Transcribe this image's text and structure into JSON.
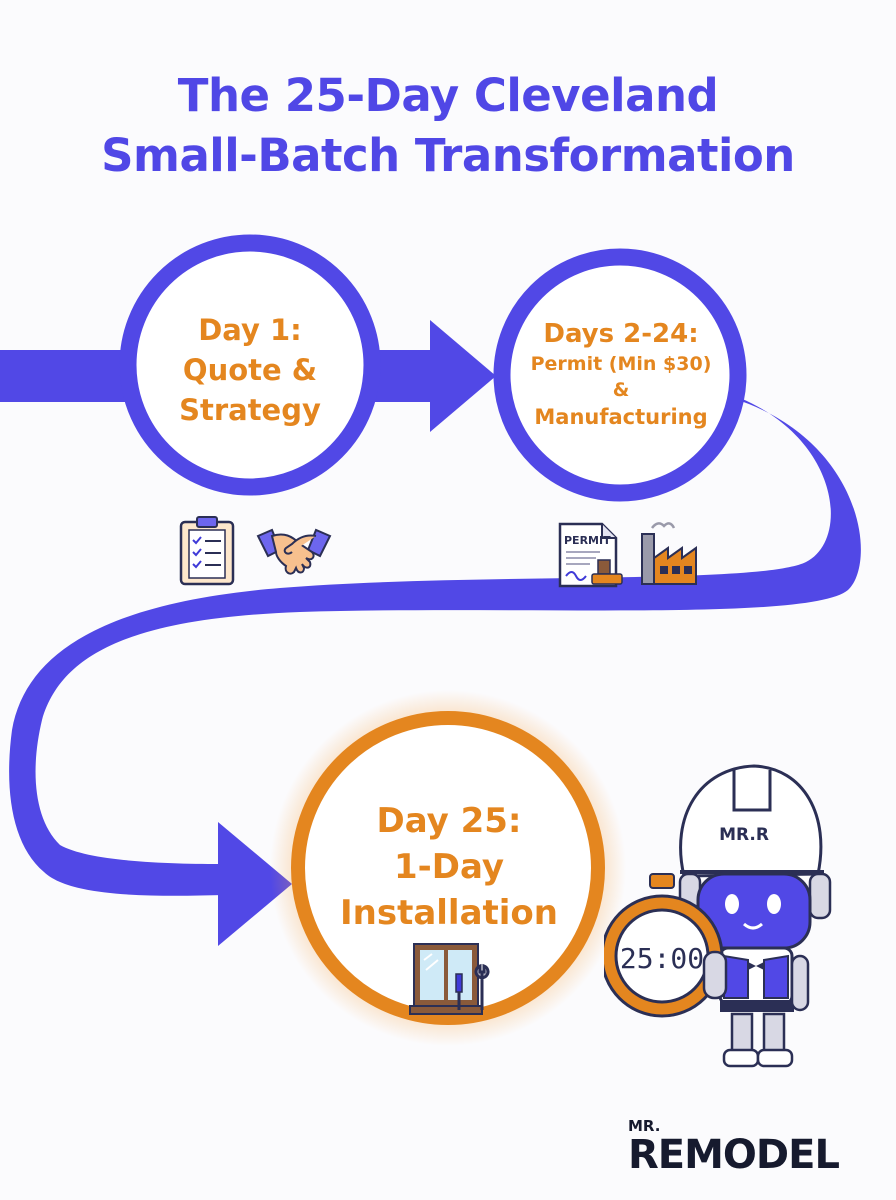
{
  "title": {
    "line1": "The 25-Day Cleveland",
    "line2": "Small-Batch Transformation"
  },
  "stages": [
    {
      "line1": "Day 1:",
      "line2": "Quote &",
      "line3": "Strategy",
      "icons": [
        "clipboard-checklist-icon",
        "handshake-icon"
      ]
    },
    {
      "line1": "Days 2-24:",
      "line2": "Permit (Min $30)",
      "line3": "&",
      "line4": "Manufacturing",
      "icons": [
        "permit-document-icon",
        "factory-icon"
      ]
    },
    {
      "line1": "Day 25:",
      "line2": "1-Day",
      "line3": "Installation",
      "icons": [
        "window-tools-icon"
      ],
      "highlight": true
    }
  ],
  "mascot": {
    "helmet_text": "MR.R",
    "timer_text": "25:00"
  },
  "logo": {
    "top": "MR.",
    "main": "REMODEL"
  },
  "colors": {
    "flow": "#5148e6",
    "accent": "#e4861f",
    "text_dark": "#161a2e",
    "background": "#fbfbfd"
  }
}
